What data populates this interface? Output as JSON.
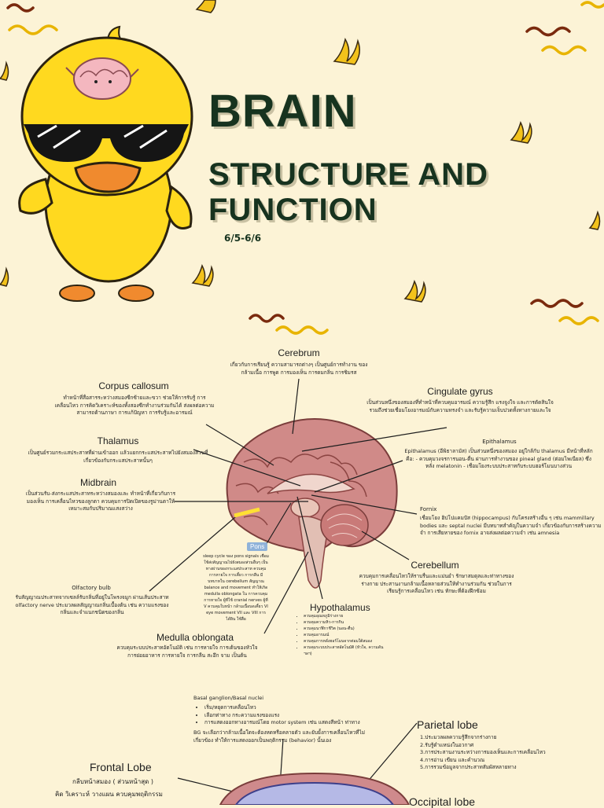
{
  "header": {
    "title": "BRAIN",
    "subtitle": "STRUCTURE AND FUNCTION",
    "date": "6/5-6/6"
  },
  "colors": {
    "background": "#fcf3d6",
    "title": "#17331f",
    "duck": "#ffd91f",
    "accent": "#e8b400",
    "brain": "#c97e7e"
  },
  "labels": {
    "cerebrum": {
      "title": "Cerebrum",
      "desc": "เกี่ยวกับการเรียนรู้ ความสามารถต่างๆ เป็นศูนย์การทำงาน ของกล้ามเนื้อ การพูด การมองเห็น การดมกลิ่น การชิมรส"
    },
    "corpus_callosum": {
      "title": "Corpus callosum",
      "desc": "ทำหน้าที่สื่อสารระหว่างสมองซีกซ้ายและขวา ช่วยให้การรับรู้ การเคลื่อนไหว การคิดวิเคราะห์ของทั้งสองซีกทำงานร่วมกันได้ ส่งผลต่อความสามารถด้านภาษา การแก้ปัญหา การรับรู้และอารมณ์"
    },
    "cingulate_gyrus": {
      "title": "Cingulate gyrus",
      "desc": "เป็นส่วนหนึ่งของสมองที่ทำหน้าที่ควบคุมอารมณ์ ความรู้สึก แรงจูงใจ และการตัดสินใจ รวมถึงช่วยเชื่อมโยงอารมณ์กับความทรงจำ และรับรู้ความเจ็บปวดทั้งทางกายและใจ"
    },
    "thalamus": {
      "title": "Thalamus",
      "desc": "เป็นศูนย์รวมกระแสประสาทที่ผ่านเข้าออก แล้วแยกกระแสประสาทไปยังสมองส่วนที่เกี่ยวข้องกับกระแสประสาทนั้นๆ"
    },
    "epithalamus": {
      "title": "Epithalamus",
      "desc": "Epithalamus (อีพิธาลามัส) เป็นส่วนหนึ่งของสมอง อยู่ใกล้กับ thalamus มีหน้าที่หลักคือ: - ควบคุมวงจรการนอน-ตื่น ผ่านการทำงานของ pineal gland (ต่อมไพเนียล) ซึ่งหลั่ง melatonin - เชื่อมโยงระบบประสาทกับระบบฮอร์โมนบางส่วน"
    },
    "midbrain": {
      "title": "Midbrain",
      "desc": "เป็นส่วนรับ-ส่งกระแสประสาทระหว่างสมองและ ทำหน้าที่เกี่ยวกับการมองเห็น การเคลื่อนไหวของลูกตา ควบคุมการปิดเปิดของรูม่านตาให้เหมาะสมกับปริมาณแสงสว่าง"
    },
    "fornix": {
      "title": "Fornix",
      "desc": "เชื่อมโยง ฮิปโปแคมปัส (hippocampus) กับโครงสร้างอื่น ๆ เช่น mammillary bodies และ septal nuclei มีบทบาทสำคัญในความจำ เกี่ยวข้องกับการสร้างความจำ การเสียหายของ fornix อาจส่งผลต่อความจำ เช่น amnesia"
    },
    "pons": {
      "title": "Pons",
      "desc": "sleep cycle ของ pons signals เชื่อมใช้ส่งสัญญาณไปยังสมองส่วนอื่นๆ เป็นทางผ่านของกระแสประสาท ควบคุมการหายใจ การเคี้ยว การกลืน มีบทบาทใน cerebellum สัญญาณ balance and movement ทำให้เกิด medulla oblongata ใน การควบคุมการหายใจ ผู้ที่ใช้ cranial nerves ผู้ที่ V ควบคุมใบหน้า กล้ามเนื้อบดเคี้ยว VI eye movement VII และ VIII การได้ยิน ใช้สื่อ"
    },
    "cerebellum": {
      "title": "Cerebellum",
      "desc": "ควบคุมการเคลื่อนไหวให้ราบรื่นและแม่นยำ รักษาสมดุลและท่าทางของร่างกาย ประสานงานกล้ามเนื้อหลายส่วนให้ทำงานร่วมกัน ช่วยในการเรียนรู้การเคลื่อนไหว เช่น ทักษะที่ต้องฝึกซ้อม"
    },
    "olfactory_bulb": {
      "title": "Olfactory bulb",
      "desc": "รับสัญญาณประสาทจากเซลล์รับกลิ่นที่อยู่ในโพรงจมูก ผ่านเส้นประสาท olfactory nerve ประมวลผลสัญญาณกลิ่นเบื้องต้น เช่น ความแรงของกลิ่นและจำแนกชนิดของกลิ่น"
    },
    "hypothalamus": {
      "title": "Hypothalamus",
      "items": [
        "ควบคุมอุณหภูมิร่างกาย",
        "ควบคุมความหิว-การกิน",
        "ควบคุมนาฬิกาชีวิต (นอน-ตื่น)",
        "ควบคุมอารมณ์",
        "ควบคุมการหลั่งฮอร์โมนจากต่อมใต้สมอง",
        "ควบคุมระบบประสาทอัตโนมัติ (หัวใจ, ความดัน ฯลฯ)"
      ]
    },
    "medulla": {
      "title": "Medulla oblongata",
      "desc": "ควบคุมระบบประสาทอัตโนมัติ เช่น การหายใจ การเต้นของหัวใจ การย่อยอาหาร การหายใจ การกลืน สะอึก จาม เป็นต้น"
    },
    "basal_ganglion": {
      "title": "Basal ganglion/Basal nuclei",
      "items": [
        "เริ่ม/หยุดการเคลื่อนไหว",
        "เลือกท่าทาง กระความแรงของแรง",
        "การแสดงออกทางอารมณ์โดย motor system เช่น แสดงสีหน้า ท่าทาง"
      ],
      "note": "BG จะเลือกว่ากล้ามเนื้อใดจะต้องหดหรือคลายตัว และยับยั้งการเคลื่อนไหวที่ไม่เกี่ยวข้อง ทำให้การแสดงออกเป็นพฤติกรรม (behavior) นั้นเอง"
    },
    "parietal_lobe": {
      "title": "Parietal lobe",
      "items": [
        "1.ประมวลผลความรู้สึกจากร่างกาย",
        "2.รับรู้ตำแหน่งในอวกาศ",
        "3.การประสานงานระหว่างการมองเห็นและการเคลื่อนไหว",
        "4.การอ่าน เขียน และคำนวณ",
        "5.การรวมข้อมูลจากประสาทสัมผัสหลายทาง"
      ]
    },
    "frontal_lobe": {
      "title": "Frontal Lobe",
      "line1": "กลีบหน้าสมอง ( ส่วนหน้าสุด )",
      "line2": "คิด วิเคราะห์ วางแผน ควบคุมพฤติกรรม"
    },
    "occipital_lobe": {
      "title": "Occipital lobe"
    }
  }
}
